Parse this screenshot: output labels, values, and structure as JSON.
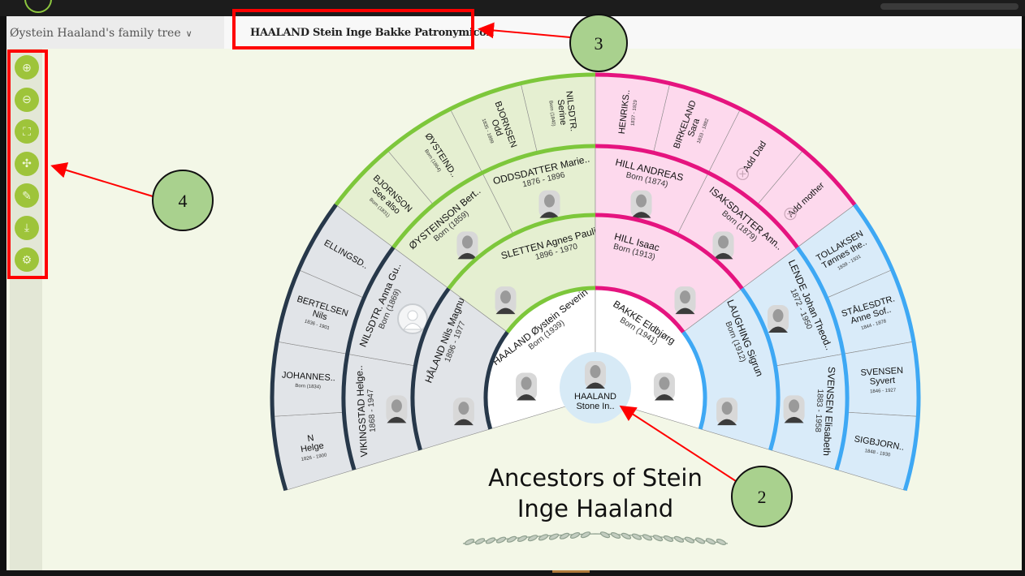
{
  "header": {
    "tree_selector": "Øystein Haaland's family tree",
    "active_tab": "HAALAND Stein Inge Bakke Patronymicon"
  },
  "toolbar": [
    {
      "icon": "zoom-in-icon",
      "glyph": "⊕"
    },
    {
      "icon": "zoom-out-icon",
      "glyph": "⊖"
    },
    {
      "icon": "fit-screen-icon",
      "glyph": "⛶"
    },
    {
      "icon": "collapse-icon",
      "glyph": "✣"
    },
    {
      "icon": "paint-icon",
      "glyph": "✎"
    },
    {
      "icon": "download-icon",
      "glyph": "⤓"
    },
    {
      "icon": "settings-icon",
      "glyph": "⚙"
    }
  ],
  "colors": {
    "grey": {
      "fill": "#e1e4e8",
      "line": "#27384a"
    },
    "green": {
      "fill": "#e5efd1",
      "line": "#7dc73b"
    },
    "pink": {
      "fill": "#fdd9ed",
      "line": "#e5147f"
    },
    "blue": {
      "fill": "#d9ebf9",
      "line": "#3ea8f4"
    }
  },
  "root": {
    "name": [
      "HAALAND",
      "Stone In.."
    ]
  },
  "ring1": [
    {
      "name": [
        "HAALAND Øystein Severin"
      ],
      "date": "Born (1939)",
      "photo": true
    },
    {
      "name": [
        "BAKKE Eldbjørg"
      ],
      "date": "Born (1941)",
      "photo": true
    }
  ],
  "ring2": [
    {
      "name": [
        "HÅLAND Nils Magnus"
      ],
      "date": "1896 - 1977",
      "photo": true
    },
    {
      "name": [
        "SLETTEN Agnes Pauline"
      ],
      "date": "1896 - 1970",
      "photo": true
    },
    {
      "name": [
        "HILL Isaac"
      ],
      "date": "Born (1913)",
      "photo": true
    },
    {
      "name": [
        "LAUGHING Sigrun"
      ],
      "date": "Born (1912)",
      "photo": true
    }
  ],
  "ring3": [
    {
      "name": [
        "VIKINGSTAD Helge.."
      ],
      "date": "1868 - 1947",
      "photo": true
    },
    {
      "name": [
        "NILSDTR. Anna Gu.."
      ],
      "date": "Born (1869)",
      "photo": false,
      "placeholder": true
    },
    {
      "name": [
        "ØYSTEINSON Bert.."
      ],
      "date": "Born (1859)",
      "photo": true
    },
    {
      "name": [
        "ODDSDATTER Marie.."
      ],
      "date": "1876 - 1896",
      "photo": true
    },
    {
      "name": [
        "HILL ANDREAS"
      ],
      "date": "Born (1874)",
      "photo": true
    },
    {
      "name": [
        "ISAKSDATTER Ann.."
      ],
      "date": "Born (1879)",
      "photo": true
    },
    {
      "name": [
        "LENDE Johan Theod.."
      ],
      "date": "1872 - 1950",
      "photo": true
    },
    {
      "name": [
        "SVENSEN Elisabeth"
      ],
      "date": "1883 - 1958",
      "photo": true
    }
  ],
  "ring4": [
    {
      "name": [
        "N",
        "Helge"
      ],
      "date": "1826 - 1900"
    },
    {
      "name": [
        "JOHANNES.."
      ],
      "date": "Born (1834)"
    },
    {
      "name": [
        "BERTELSEN",
        "Nils"
      ],
      "date": "1836 - 1901"
    },
    {
      "name": [
        "ELLINGSD.."
      ],
      "date": ""
    },
    {
      "name": [
        "BJORNSON",
        "See also"
      ],
      "date": "Born (1831)"
    },
    {
      "name": [
        "ØYSTEIND.."
      ],
      "date": "Born (1864)"
    },
    {
      "name": [
        "BJORNSEN",
        "Odd"
      ],
      "date": "1835 - 1899"
    },
    {
      "name": [
        "NILSDTR.",
        "Serine"
      ],
      "date": "Born (1840)"
    },
    {
      "name": [
        "HENRIKS.."
      ],
      "date": "1837 - 1929"
    },
    {
      "name": [
        "BIRKELAND",
        "Sara"
      ],
      "date": "1833 - 1882"
    },
    {
      "name": [
        "Add Dad"
      ],
      "date": "",
      "add": true
    },
    {
      "name": [
        "Add mother"
      ],
      "date": "",
      "add": true
    },
    {
      "name": [
        "TOLLAKSEN",
        "Tønnes the.."
      ],
      "date": "1839 - 1931"
    },
    {
      "name": [
        "STÅLESDTR.",
        "Anne Sof.."
      ],
      "date": "1844 - 1878"
    },
    {
      "name": [
        "SVENSEN",
        "Syvert"
      ],
      "date": "1846 - 1927"
    },
    {
      "name": [
        "SIGBJORN.."
      ],
      "date": "1848 - 1930"
    }
  ],
  "chart_title": [
    "Ancestors of Stein",
    "Inge Haaland"
  ],
  "annotations": {
    "a2": "2",
    "a3": "3",
    "a4": "4",
    "color": "#ff0000"
  }
}
